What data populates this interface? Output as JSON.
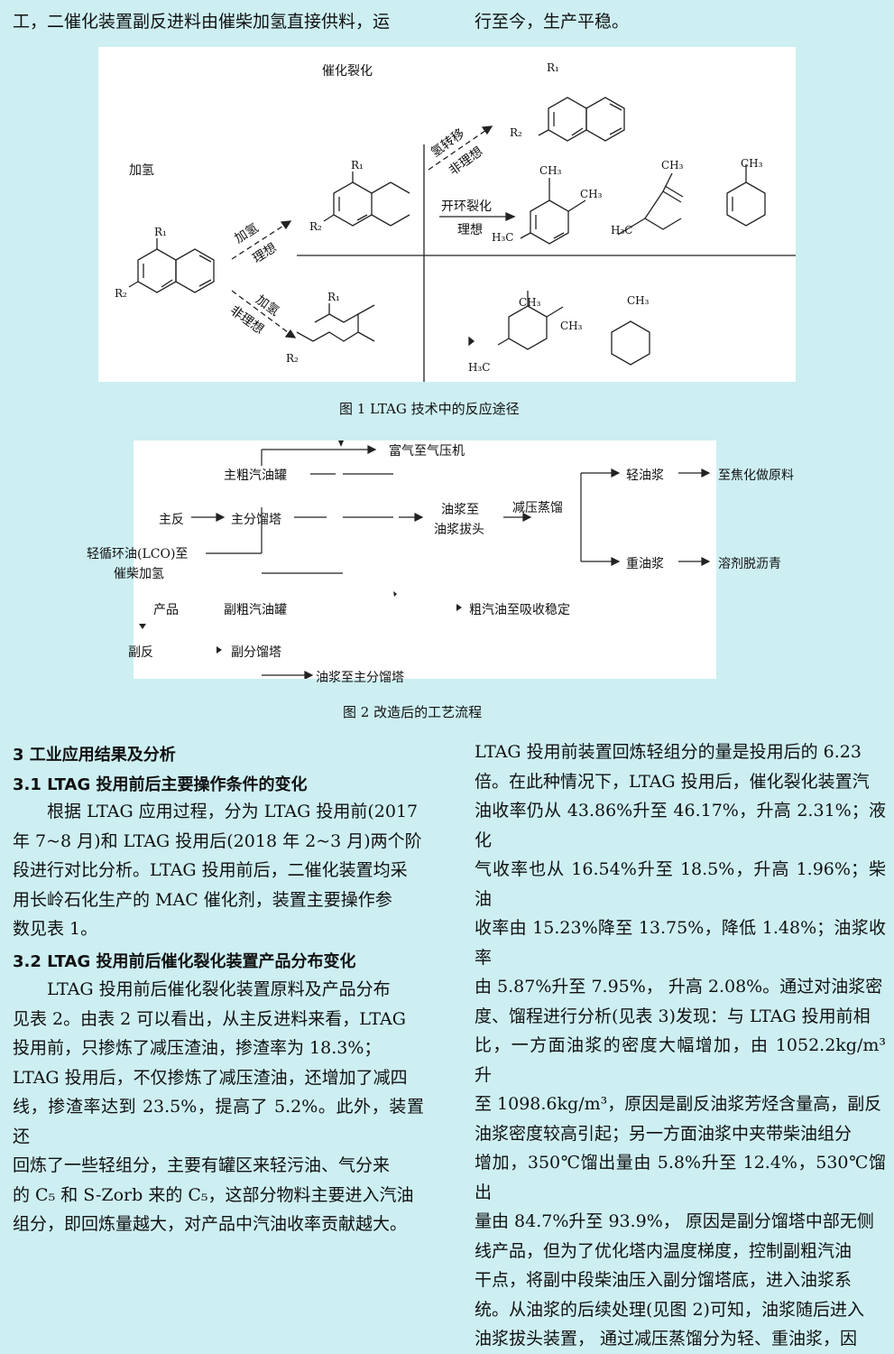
{
  "top_text": {
    "left": "工，二催化装置副反进料由催柴加氢直接供料，运",
    "right": "行至今，生产平稳。"
  },
  "figure1": {
    "caption": "图 1  LTAG 技术中的反应途径",
    "labels": {
      "catalytic_cracking": "催化裂化",
      "hydrogenation": "加氢",
      "arrow_upper_top": "加氢",
      "arrow_upper_bottom": "理想",
      "arrow_lower_top": "加氢",
      "arrow_lower_bottom": "非理想",
      "hydrogen_transfer": "氢转移",
      "nonideal": "非理想",
      "ring_opening": "开环裂化",
      "ideal": "理想",
      "r1": "R₁",
      "r2": "R₂",
      "ch3": "CH₃",
      "h3c": "H₃C"
    }
  },
  "figure2": {
    "caption": "图 2  改造后的工艺流程",
    "nodes": {
      "rich_gas": "富气至气压机",
      "main_crude_tank": "主粗汽油罐",
      "main_reactor": "主反",
      "main_fractionator": "主分馏塔",
      "slurry_to_header_1": "油浆至",
      "slurry_to_header_2": "油浆拔头",
      "vacuum_distill": "减压蒸馏",
      "light_slurry": "轻油浆",
      "to_coking": "至焦化做原料",
      "heavy_slurry": "重油浆",
      "solvent_deasphalt": "溶剂脱沥青",
      "lco_1": "轻循环油(LCO)至",
      "lco_2": "催柴加氢",
      "product": "产品",
      "sub_crude_tank": "副粗汽油罐",
      "crude_to_absorb": "粗汽油至吸收稳定",
      "sub_reactor": "副反",
      "sub_fractionator": "副分馏塔",
      "slurry_to_main": "油浆至主分馏塔"
    }
  },
  "left_column": {
    "h3": "3  工业应用结果及分析",
    "h31": "3.1  LTAG 投用前后主要操作条件的变化",
    "p1": "　　根据 LTAG 应用过程，分为 LTAG 投用前(2017\n年 7~8 月)和 LTAG 投用后(2018 年 2~3 月)两个阶\n段进行对比分析。LTAG 投用前后，二催化装置均采\n用长岭石化生产的 MAC 催化剂，装置主要操作参\n数见表 1。",
    "h32": "3.2  LTAG 投用前后催化裂化装置产品分布变化",
    "p2": "　　LTAG 投用前后催化裂化装置原料及产品分布\n见表 2。由表 2 可以看出，从主反进料来看，LTAG\n投用前，只掺炼了减压渣油，掺渣率为 18.3%；\nLTAG 投用后，不仅掺炼了减压渣油，还增加了减四\n线，掺渣率达到 23.5%，提高了 5.2%。此外，装置还\n回炼了一些轻组分，主要有罐区来轻污油、气分来\n的 C₅ 和 S-Zorb 来的 C₅，这部分物料主要进入汽油\n组分，即回炼量越大，对产品中汽油收率贡献越大。"
  },
  "right_column": {
    "p": "LTAG 投用前装置回炼轻组分的量是投用后的 6.23\n倍。在此种情况下，LTAG 投用后，催化裂化装置汽\n油收率仍从 43.86%升至 46.17%，升高 2.31%；液化\n气收率也从 16.54%升至 18.5%，升高 1.96%；柴油\n收率由 15.23%降至 13.75%，降低 1.48%；油浆收率\n由 5.87%升至 7.95%，  升高 2.08%。通过对油浆密\n度、馏程进行分析(见表 3)发现：与 LTAG 投用前相\n比，一方面油浆的密度大幅增加，由 1052.2kg/m³ 升\n至 1098.6kg/m³，原因是副反油浆芳烃含量高，副反\n油浆密度较高引起；另一方面油浆中夹带柴油组分\n增加，350℃馏出量由 5.8%升至 12.4%，530℃馏出\n量由 84.7%升至 93.9%，  原因是副分馏塔中部无侧\n线产品，但为了优化塔内温度梯度，控制副粗汽油\n干点，将副中段柴油压入副分馏塔底，进入油浆系\n统。从油浆的后续处理(见图 2)可知，油浆随后进入\n油浆拔头装置，  通过减压蒸馏分为轻、重油浆，因"
  }
}
